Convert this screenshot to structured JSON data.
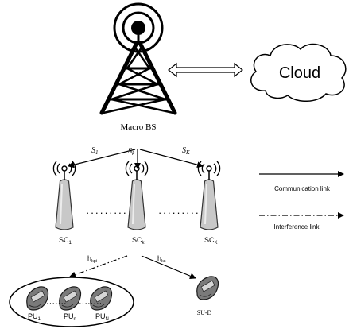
{
  "cloud": {
    "label": "Cloud"
  },
  "macro_bs": {
    "label": "Macro BS"
  },
  "streams": {
    "s1": {
      "base": "S",
      "sub": "1"
    },
    "sk": {
      "base": "S",
      "sub": "k"
    },
    "sK": {
      "base": "S",
      "sub": "K"
    }
  },
  "small_cells": [
    {
      "base": "SC",
      "sub": "1"
    },
    {
      "base": "SC",
      "sub": "k"
    },
    {
      "base": "SC",
      "sub": "K"
    }
  ],
  "links": {
    "interference": {
      "base": "h",
      "sub": "kpi"
    },
    "secondary": {
      "base": "h",
      "sub": "ks"
    }
  },
  "primary_users": [
    {
      "base": "PU",
      "sub": "1"
    },
    {
      "base": "PU",
      "sub": "n"
    },
    {
      "base": "PU",
      "sub": "N"
    }
  ],
  "su": {
    "label": "SU-D"
  },
  "legend": {
    "communication": "Communication link",
    "interference": "Interference link"
  }
}
